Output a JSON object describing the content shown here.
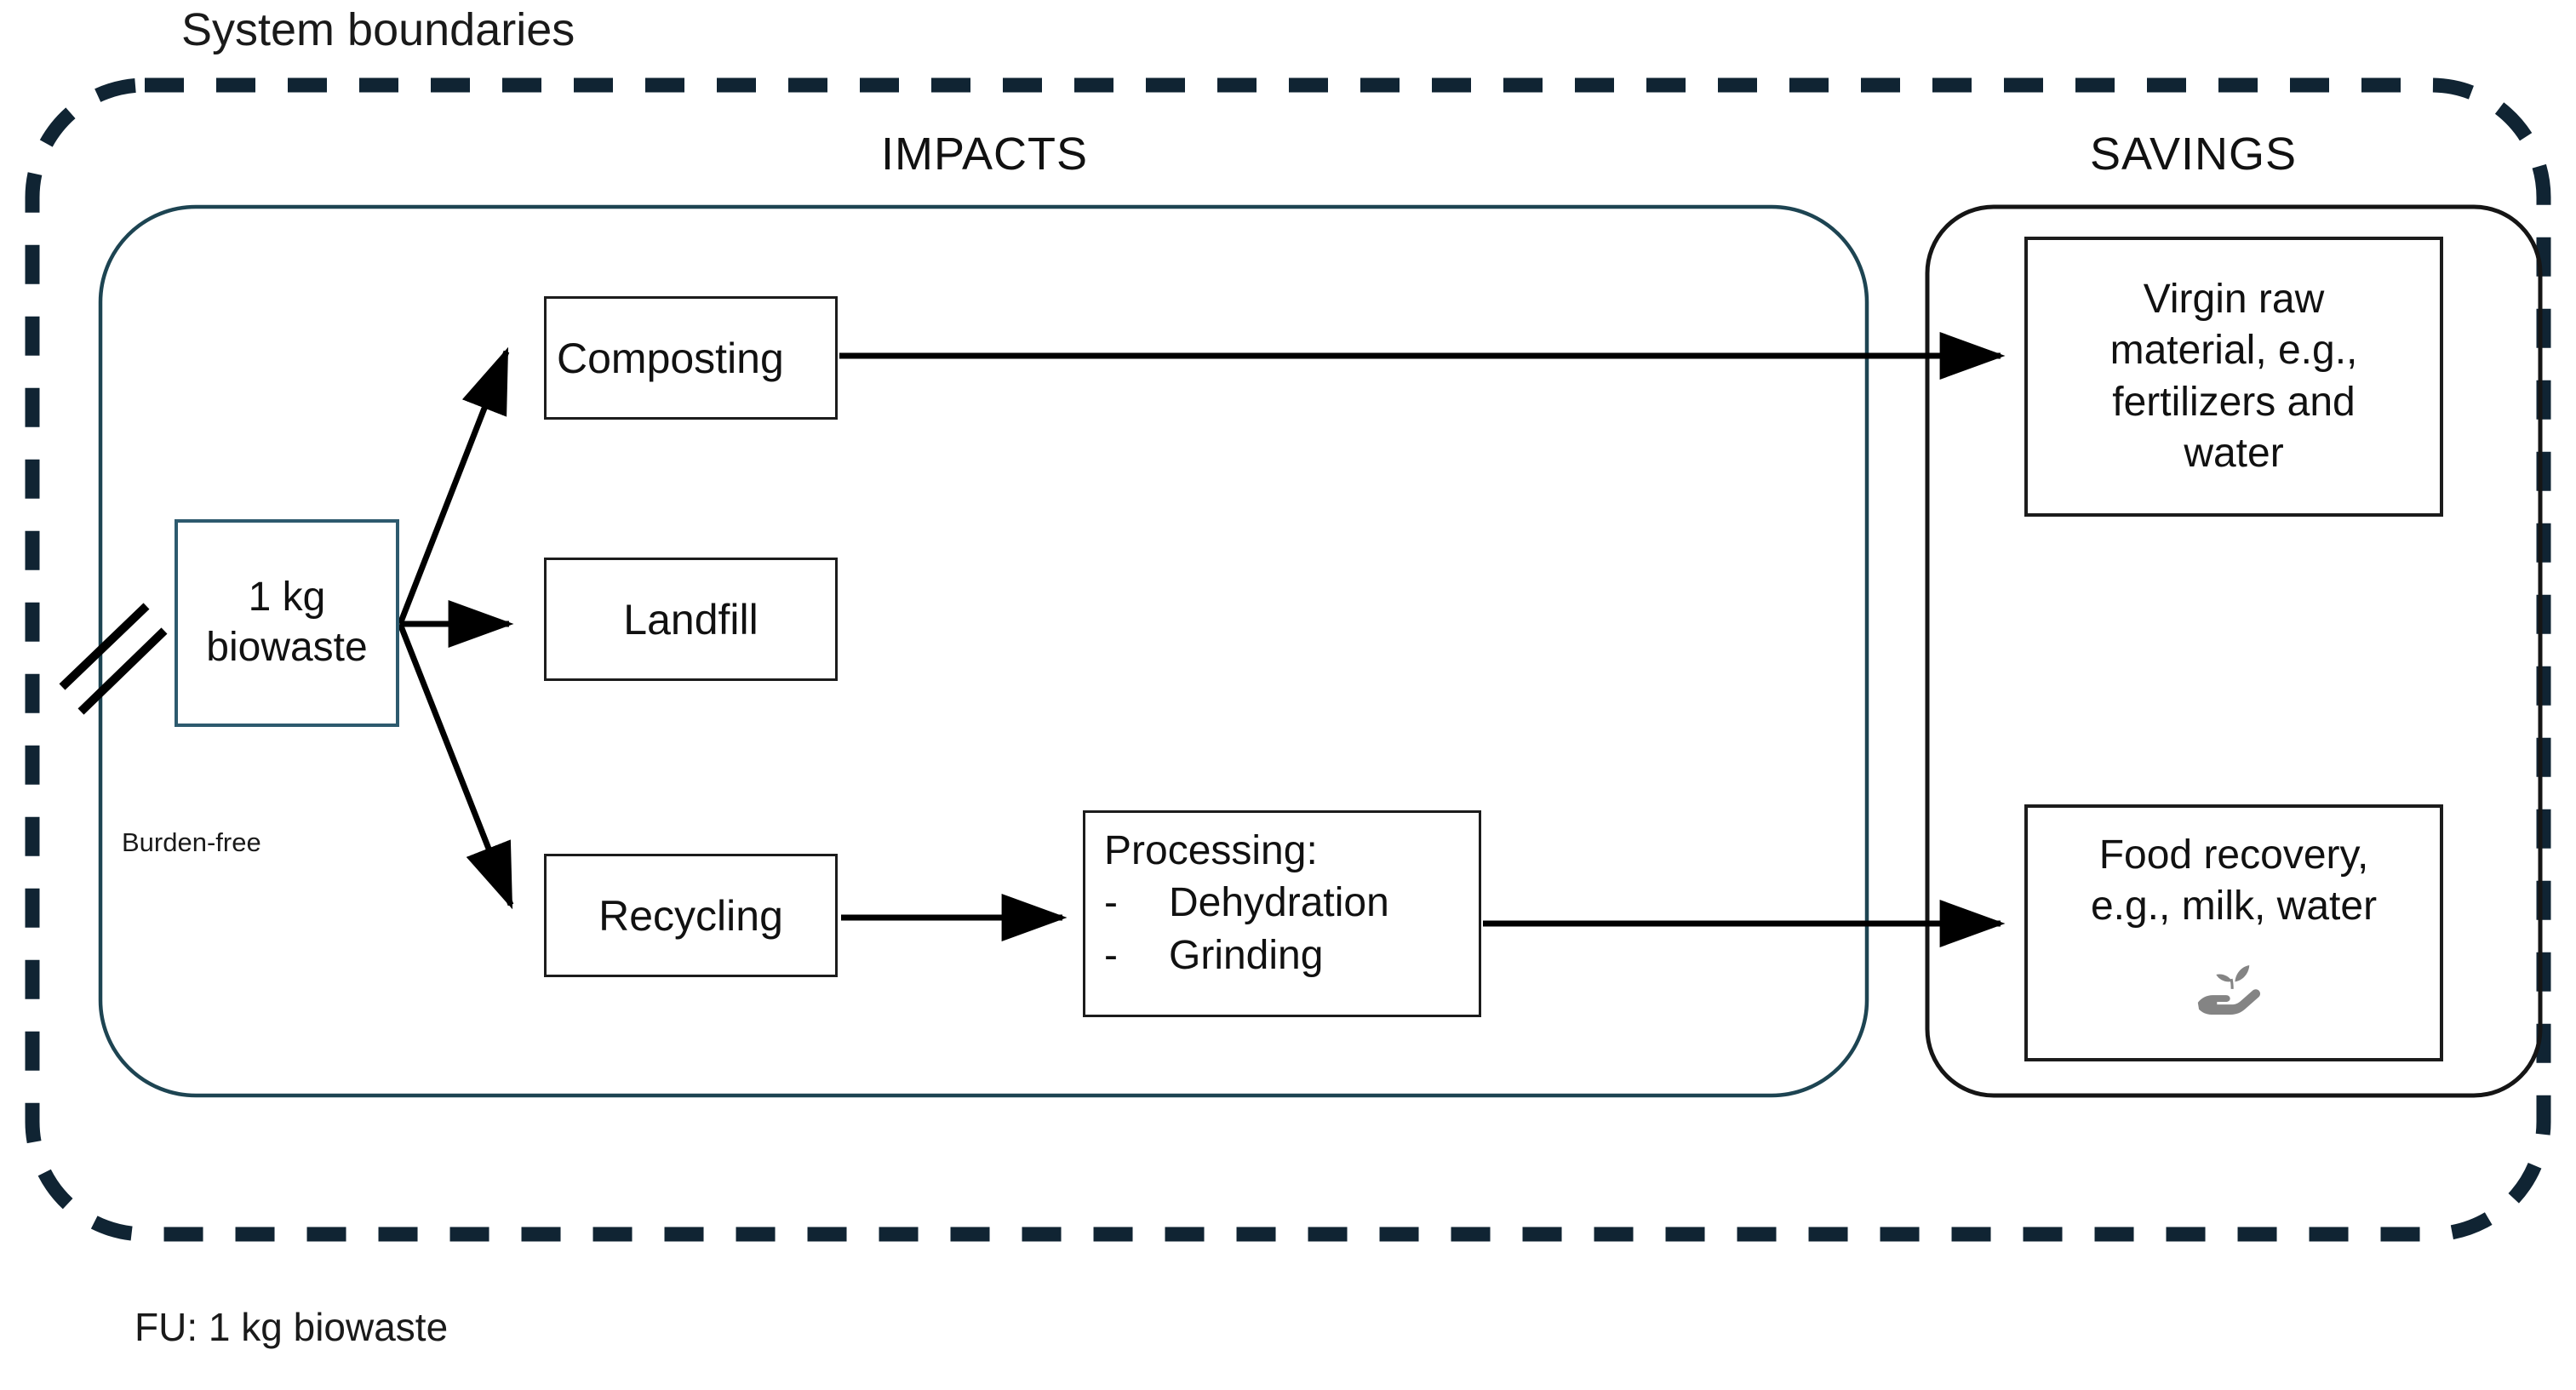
{
  "diagram": {
    "title": "System boundaries",
    "functional_unit_note": "FU: 1 kg biowaste",
    "burden_free_note": "Burden-free",
    "colors": {
      "system_boundary_dashed": "#102433",
      "impacts_container_border": "#1d4452",
      "savings_container_border": "#151515",
      "biowaste_box_border": "#2d5a6e",
      "process_box_border": "#1c1c1c",
      "arrow": "#000000",
      "sprout_icon": "#848484"
    },
    "sections": {
      "impacts": {
        "heading": "IMPACTS",
        "nodes": [
          {
            "id": "biowaste",
            "label_line1": "1 kg",
            "label_line2": "biowaste"
          },
          {
            "id": "composting",
            "label": "Composting"
          },
          {
            "id": "landfill",
            "label": "Landfill"
          },
          {
            "id": "recycling",
            "label": "Recycling"
          },
          {
            "id": "processing",
            "label": "Processing:",
            "bullet_marker": "-",
            "bullets": [
              "Dehydration",
              "Grinding"
            ]
          }
        ]
      },
      "savings": {
        "heading": "SAVINGS",
        "nodes": [
          {
            "id": "virgin-material",
            "lines": [
              "Virgin raw",
              "material, e.g.,",
              "fertilizers and",
              "water"
            ]
          },
          {
            "id": "food-recovery",
            "lines": [
              "Food recovery,",
              "e.g., milk, water"
            ],
            "icon": "sprout-hand-icon"
          }
        ]
      }
    },
    "flows": [
      {
        "from": "biowaste",
        "to": "composting"
      },
      {
        "from": "biowaste",
        "to": "landfill"
      },
      {
        "from": "biowaste",
        "to": "recycling"
      },
      {
        "from": "composting",
        "to": "virgin-material"
      },
      {
        "from": "recycling",
        "to": "processing"
      },
      {
        "from": "processing",
        "to": "food-recovery"
      }
    ]
  }
}
